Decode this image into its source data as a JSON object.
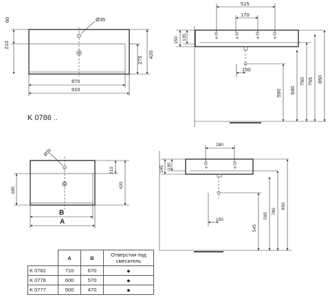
{
  "top_plan": {
    "hole_diameter": "Ø35",
    "dims": {
      "d60": "60",
      "d210": "210",
      "d275": "275",
      "d420": "420",
      "d870": "870",
      "d910": "910"
    }
  },
  "model_title": "K 0786 ..",
  "top_side": {
    "dims": {
      "d515": "515",
      "d170": "170",
      "d150v": "150",
      "d135": "135",
      "d150h": "150",
      "d590": "590",
      "d640": "640",
      "d790": "790",
      "d795": "795",
      "d850": "850"
    }
  },
  "bottom_plan": {
    "hole_diameter": "Ø35",
    "dims": {
      "d285": "285",
      "d210": "210",
      "d420": "420",
      "B": "B",
      "A": "A"
    }
  },
  "bottom_side": {
    "dims": {
      "d280": "280",
      "d145": "145",
      "d130": "130",
      "d150": "150",
      "d545": "545",
      "d595": "595",
      "d780": "780",
      "d850": "850"
    }
  },
  "table": {
    "headers": {
      "a": "A",
      "b": "B",
      "holes": "Отверстия под смеситель"
    },
    "rows": [
      {
        "model": "K 0782",
        "a": "710",
        "b": "670",
        "holes": "●"
      },
      {
        "model": "K 0778",
        "a": "600",
        "b": "570",
        "holes": "●"
      },
      {
        "model": "K 0777",
        "a": "500",
        "b": "470",
        "holes": "●"
      }
    ]
  }
}
